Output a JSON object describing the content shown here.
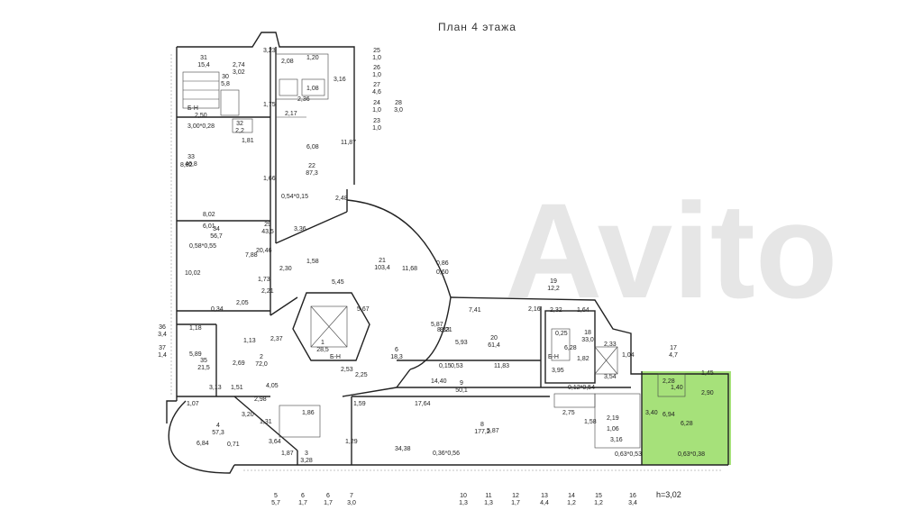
{
  "title": "План  4  этажа",
  "watermark": "Avito",
  "height_note": "h=3,02",
  "highlight_color": "#a6e17a",
  "rooms": [
    {
      "n": "31",
      "a": "15,4"
    },
    {
      "n": "30",
      "a": "5,8"
    },
    {
      "n": "32",
      "a": "2,2"
    },
    {
      "n": "33",
      "a": "46,8"
    },
    {
      "n": "34",
      "a": "56,7"
    },
    {
      "n": "29",
      "a": "43,5"
    },
    {
      "n": "22",
      "a": "87,3"
    },
    {
      "n": "21",
      "a": "103,4"
    },
    {
      "n": "1",
      "a": "28,5"
    },
    {
      "n": "2",
      "a": "72,0"
    },
    {
      "n": "35",
      "a": "21,5"
    },
    {
      "n": "36",
      "a": "3,4"
    },
    {
      "n": "37",
      "a": "1,4"
    },
    {
      "n": "4",
      "a": "57,3"
    },
    {
      "n": "3",
      "a": "3,28"
    },
    {
      "n": "8",
      "a": "177,2"
    },
    {
      "n": "9",
      "a": "50,1"
    },
    {
      "n": "20",
      "a": "61,4"
    },
    {
      "n": "19",
      "a": "12,2"
    },
    {
      "n": "18",
      "a": "33,0"
    },
    {
      "n": "17",
      "a": "4,7"
    },
    {
      "n": "6",
      "a": "18,3"
    }
  ],
  "side_list_right": [
    {
      "n": "25",
      "a": "1,0"
    },
    {
      "n": "26",
      "a": "1,0"
    },
    {
      "n": "27",
      "a": "4,6"
    },
    {
      "n": "24",
      "a": "1,0"
    },
    {
      "n": "28",
      "a": "3,0"
    },
    {
      "n": "23",
      "a": "1,0"
    }
  ],
  "bottom_list": [
    {
      "n": "5",
      "a": "5,7"
    },
    {
      "n": "6",
      "a": "1,7"
    },
    {
      "n": "6",
      "a": "1,7"
    },
    {
      "n": "7",
      "a": "3,0"
    },
    {
      "n": "10",
      "a": "1,3"
    },
    {
      "n": "11",
      "a": "1,3"
    },
    {
      "n": "12",
      "a": "1,7"
    },
    {
      "n": "13",
      "a": "4,4"
    },
    {
      "n": "14",
      "a": "1,2"
    },
    {
      "n": "15",
      "a": "1,2"
    },
    {
      "n": "16",
      "a": "3,4"
    }
  ],
  "dims": {
    "d1": "3,23",
    "d2": "2,74",
    "d3": "3,02",
    "d4": "2,50",
    "d5": "3,00*0,28",
    "d6": "1,81",
    "d7": "6,08",
    "d8": "8,82",
    "d9": "11,87",
    "d10": "1,66",
    "d11": "0,54*0,15",
    "d12": "8,02",
    "d13": "6,01",
    "d14": "0,58*0,55",
    "d15": "10,02",
    "d16": "7,88",
    "d17": "20,46",
    "d18": "3,36",
    "d19": "2,48",
    "d20": "1,73",
    "d21": "2,21",
    "d22": "2,30",
    "d23": "1,58",
    "d24": "2,05",
    "d25": "0,34",
    "d26": "1,18",
    "d27": "5,89",
    "d28": "3,13",
    "d29": "2,69",
    "d30": "4,05",
    "d31": "2,98",
    "d32": "2,37",
    "d33": "5,45",
    "d34": "5,87",
    "d35": "11,68",
    "d36": "7,41",
    "d37": "2,16",
    "d38": "8,83",
    "d39": "0,53",
    "d40": "11,83",
    "d41": "14,40",
    "d42": "17,64",
    "d43": "34,38",
    "d44": "0,36*0,56",
    "d45": "5,87",
    "d46": "2,32",
    "d47": "1,64",
    "d48": "2,33",
    "d49": "1,04",
    "d50": "3,95",
    "d51": "0,12*0,54",
    "d52": "2,75",
    "d53": "1,58",
    "d54": "3,16",
    "d55": "1,45",
    "d56": "2,90",
    "d57": "2,28",
    "d58": "6,94",
    "d59": "6,28",
    "d60": "3,40",
    "d61": "0,63*0,53",
    "d62": "0,63*0,38",
    "d63": "1,07",
    "d64": "6,84",
    "d65": "0,71",
    "d66": "3,20",
    "d67": "1,51",
    "d68": "1,31",
    "d69": "3,64",
    "d70": "1,87",
    "d71": "1,29",
    "d72": "1,59",
    "d73": "5,93",
    "d74": "0,15",
    "d75": "3,54",
    "d76": "1,82",
    "d77": "6,28",
    "d78": "2,36",
    "d79": "1,75",
    "d80": "2,17",
    "d81": "1,20",
    "d82": "2,08",
    "d83": "1,08",
    "d84": "3,16",
    "d85": "5,67",
    "d86": "2,53",
    "d87": "2,25",
    "d88": "1,13",
    "d89": "0,25",
    "d90": "2,19",
    "d91": "1,06",
    "d92": "0,86",
    "d93": "0,60",
    "d94": "1,40",
    "d95": "1,86",
    "d96": "8,21"
  },
  "labels": {
    "bn": "Б-Н"
  }
}
